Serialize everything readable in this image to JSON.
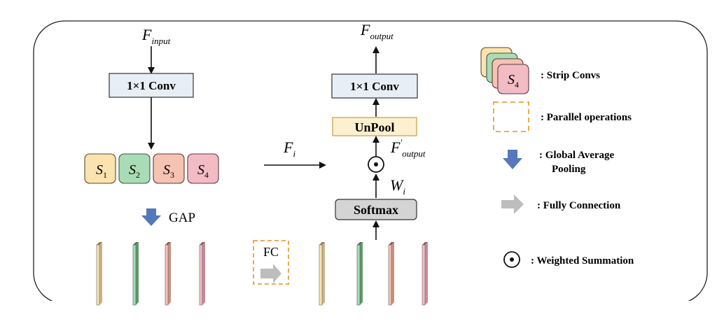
{
  "diagram": {
    "left": {
      "input_label": "F",
      "input_sub": "input",
      "conv_label": "1×1 Conv",
      "strips": [
        {
          "letter": "S",
          "sub": "1",
          "fill": "#fbe3b0",
          "stroke": "#5a4a30"
        },
        {
          "letter": "S",
          "sub": "2",
          "fill": "#a9dcb6",
          "stroke": "#3a5a40"
        },
        {
          "letter": "S",
          "sub": "3",
          "fill": "#f6c2b2",
          "stroke": "#5a3a30"
        },
        {
          "letter": "S",
          "sub": "4",
          "fill": "#f3bcc4",
          "stroke": "#5a3a40"
        }
      ],
      "gap_label": "GAP"
    },
    "middle": {
      "fi_label": "F",
      "fi_sub": "i",
      "fc_label": "FC"
    },
    "right": {
      "output_label": "F",
      "output_sub": "output",
      "conv_label": "1×1 Conv",
      "unpool_label": "UnPool",
      "fprime_label": "F",
      "fprime_sup": "'",
      "fprime_sub": "output",
      "wi_label": "W",
      "wi_sub": "i",
      "softmax_label": "Softmax"
    },
    "bars_colors": [
      "#fbe3b0",
      "#a9dcb6",
      "#f6c2b2",
      "#f3bcc4"
    ],
    "legend": {
      "strip_symbol_letter": "S",
      "strip_symbol_sub": "4",
      "strip_label": ": Strip Convs",
      "parallel_label": ": Parallel operations",
      "gap_label_line1": ": Global Average",
      "gap_label_line2": "Pooling",
      "fc_label": ": Fully Connection",
      "weighted_label": ": Weighted Summation"
    }
  },
  "colors": {
    "conv_fill": "#e8eef6",
    "unpool_fill": "#fdf0cf",
    "softmax_fill": "#d4d4d4",
    "blue_arrow": "#5577bb",
    "gray_arrow": "#bdbdbd",
    "dashed_orange": "#e8a040"
  }
}
